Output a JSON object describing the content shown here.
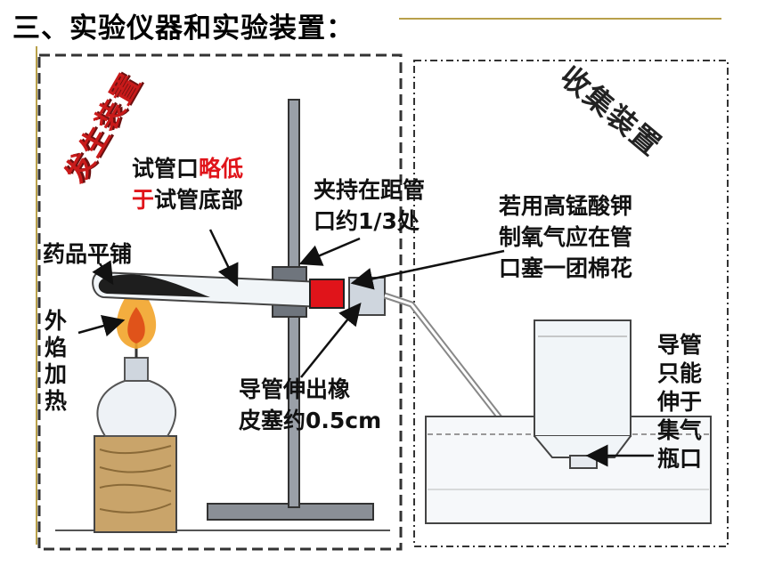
{
  "title": "三、实验仪器和实验装置：",
  "sections": {
    "generator": "发生装置",
    "collector": "收集装置"
  },
  "labels": {
    "tube_mouth_1": "试管口",
    "tube_mouth_red_1": "略低",
    "tube_mouth_red_2": "于",
    "tube_mouth_2": "试管底部",
    "clamp_1": "夹持在距管",
    "clamp_2": "口约1/3处",
    "potassium_1": "若用高锰酸钾",
    "potassium_2": "制氧气应在管",
    "potassium_3": "口塞一团棉花",
    "spread": "药品平铺",
    "flame": "外焰加热",
    "tube_out_1": "导管伸出橡",
    "tube_out_2": "皮塞约0.5cm",
    "pipe_1": "导管只能",
    "pipe_2": "伸于集气",
    "pipe_3": "瓶口"
  },
  "colors": {
    "accent_red": "#e0141a",
    "frame_dash": "#333333",
    "rule": "#b8a04a"
  }
}
